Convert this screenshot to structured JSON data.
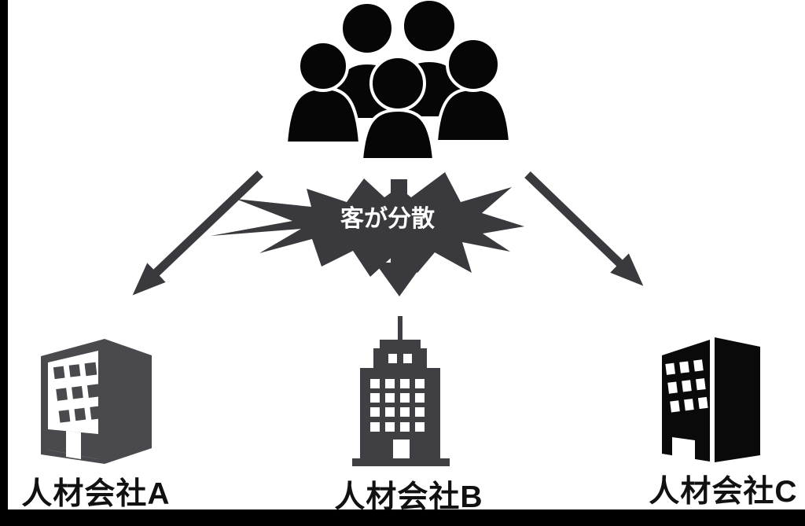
{
  "customers": {
    "icon": "customers-group-icon",
    "count": 5,
    "color": "#060606",
    "outline_color": "#ffffff"
  },
  "burst": {
    "label": "客が分散",
    "color": "#3a3a3e",
    "text_color": "#ffffff"
  },
  "arrows": {
    "color": "#3a3a3e",
    "directions": [
      "down-left",
      "down",
      "down-right"
    ]
  },
  "companies": [
    {
      "label": "人材会社A",
      "icon": "office-building-3d-icon",
      "color": "#4a4a4e"
    },
    {
      "label": "人材会社B",
      "icon": "skyscraper-icon",
      "color": "#3f3f44"
    },
    {
      "label": "人材会社C",
      "icon": "office-building-black-icon",
      "color": "#0a0a0a"
    }
  ],
  "frame": {
    "border_color": "#000000",
    "background": "#ffffff",
    "label_text_color": "#111111"
  }
}
